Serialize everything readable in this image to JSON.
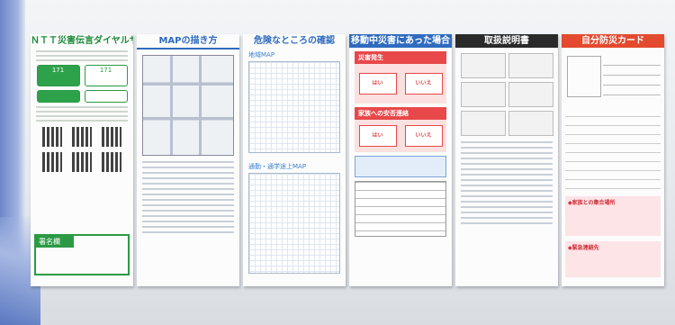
{
  "panels": [
    {
      "title": "ＮＴＴ災害伝言ダイヤルサービス",
      "accent": "#1e8a3a",
      "tile_a": "171",
      "tile_b": "171",
      "sign_label": "署名欄"
    },
    {
      "title": "MAPの描き方",
      "accent": "#2f6bbf"
    },
    {
      "title": "危険なところの確認",
      "accent": "#2f6bbf",
      "sub1": "地域MAP",
      "sub2": "通勤・通学途上MAP"
    },
    {
      "title": "移動中災害にあった場合",
      "accent": "#2f6bbf",
      "red1": "災害発生",
      "red2": "家族への安否連絡",
      "yes": "はい",
      "no": "いいえ"
    },
    {
      "title": "取扱説明書",
      "accent": "#2a2a2a"
    },
    {
      "title": "自分防災カード",
      "accent": "#e34a2f",
      "family_place": "◆家族との集合場所",
      "emergency": "◆緊急連絡先"
    }
  ]
}
